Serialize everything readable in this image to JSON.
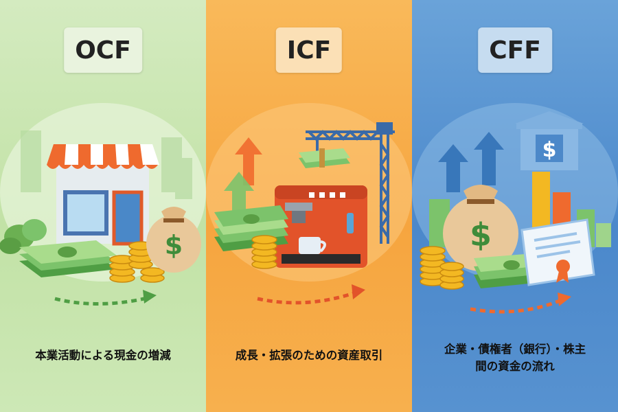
{
  "panels": [
    {
      "id": "ocf",
      "label": "OCF",
      "description": "本業活動による現金の増減",
      "color": "#7cc36b"
    },
    {
      "id": "icf",
      "label": "ICF",
      "description": "成長・拡張のための資産取引",
      "color": "#f39a2a"
    },
    {
      "id": "cff",
      "label": "CFF",
      "description_line1": "企業・債権者（銀行）・株主",
      "description_line2": "間の資金の流れ",
      "color": "#3f7fc4"
    }
  ],
  "icons": {
    "ocf": [
      "store-icon",
      "cash-stack-icon",
      "coin-stack-icon",
      "money-bag-icon",
      "arrow-right-icon"
    ],
    "icf": [
      "crane-icon",
      "coffee-machine-icon",
      "cash-stack-icon",
      "coin-stack-icon",
      "arrow-up-icon",
      "arrow-right-icon"
    ],
    "cff": [
      "bank-icon",
      "bar-chart-icon",
      "money-bag-icon",
      "coin-stack-icon",
      "cash-stack-icon",
      "certificate-icon",
      "arrow-right-icon"
    ]
  },
  "symbols": {
    "currency": "$"
  }
}
